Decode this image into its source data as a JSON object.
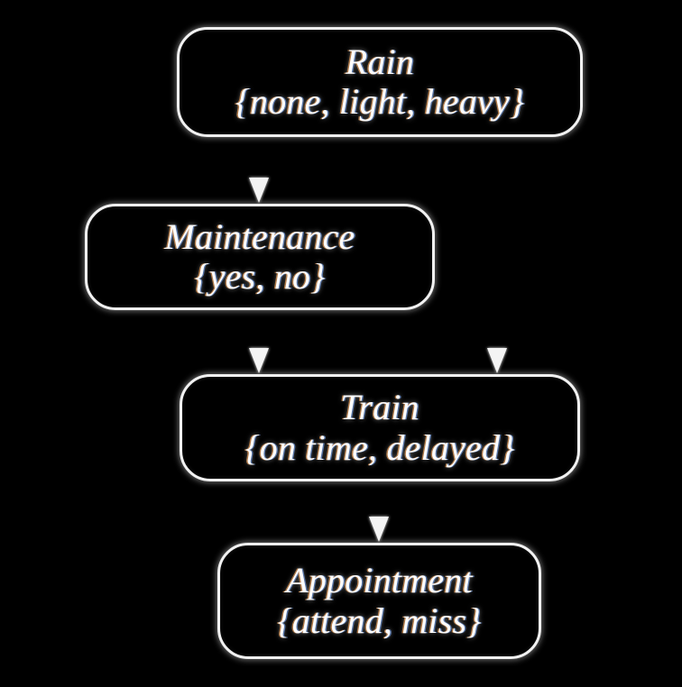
{
  "diagram": {
    "type": "bayesian-network",
    "background_color": "#000000",
    "node_border_color": "#f2f2f2",
    "text_color": "#fdfdfd",
    "edge_color": "#f4f4f4",
    "nodes": [
      {
        "id": "rain",
        "title": "Rain",
        "states": "{none, light, heavy}"
      },
      {
        "id": "maintenance",
        "title": "Maintenance",
        "states": "{yes, no}"
      },
      {
        "id": "train",
        "title": "Train",
        "states": "{on time, delayed}"
      },
      {
        "id": "appointment",
        "title": "Appointment",
        "states": "{attend, miss}"
      }
    ],
    "edges": [
      {
        "from": "rain",
        "to": "maintenance"
      },
      {
        "from": "rain",
        "to": "train"
      },
      {
        "from": "maintenance",
        "to": "train"
      },
      {
        "from": "train",
        "to": "appointment"
      }
    ]
  }
}
